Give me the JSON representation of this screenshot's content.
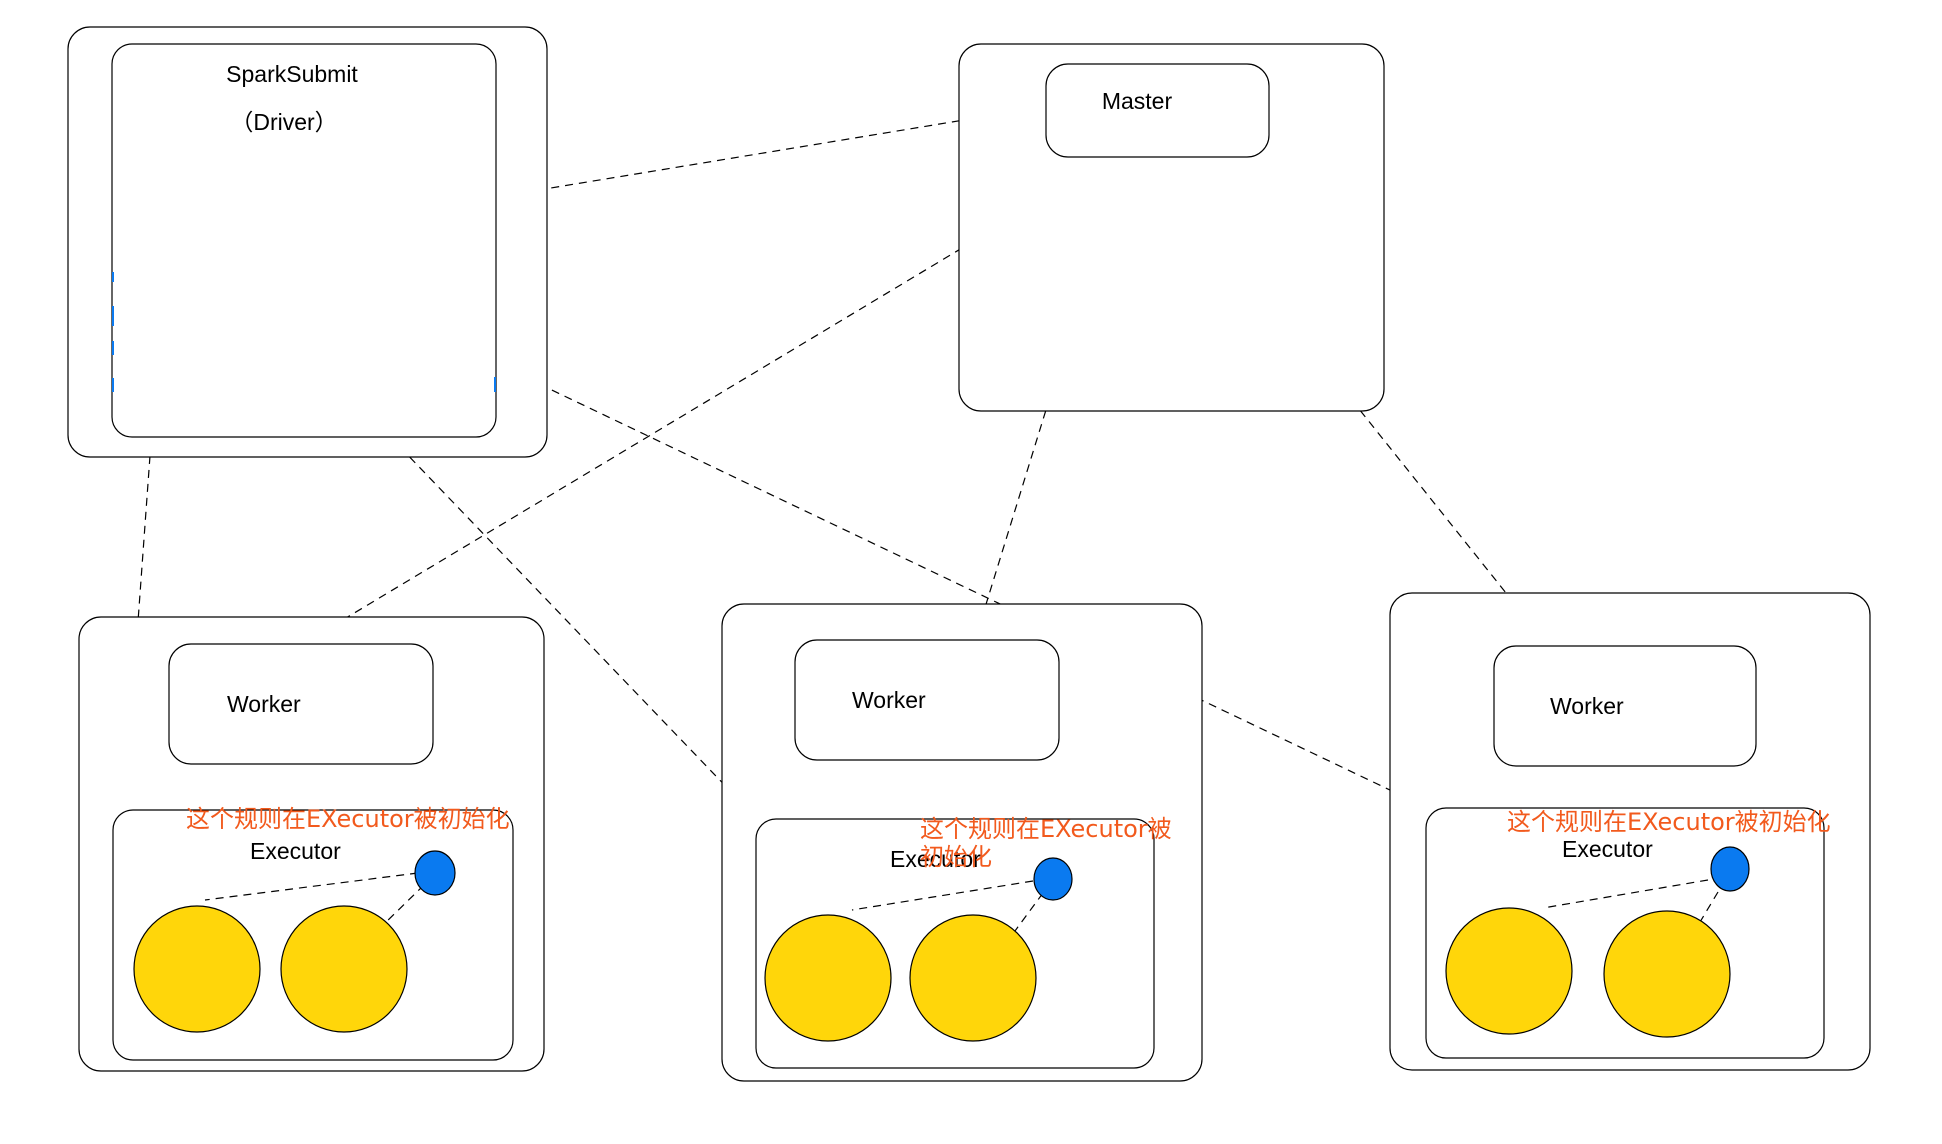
{
  "colors": {
    "task": "#FFD60A",
    "rule": "#0A7AF0",
    "note": "#F25A1D",
    "line": "#000000"
  },
  "driver": {
    "title": "SparkSubmit",
    "subtitle": "（Driver）"
  },
  "master": {
    "label": "Master"
  },
  "workers": [
    {
      "worker_label": "Worker",
      "executor_label": "Executor",
      "note": "这个规则在EXecutor被初始化",
      "note_lines": [
        "这个规则在EXecutor被初始化"
      ],
      "task_count": 2
    },
    {
      "worker_label": "Worker",
      "executor_label": "Executor",
      "note": "这个规则在EXecutor被初始化",
      "note_lines": [
        "这个规则在EXecutor被",
        "初始化"
      ],
      "task_count": 2
    },
    {
      "worker_label": "Worker",
      "executor_label": "Executor",
      "note": "这个规则在EXecutor被初始化",
      "note_lines": [
        "这个规则在EXecutor被初始化"
      ],
      "task_count": 2
    }
  ]
}
